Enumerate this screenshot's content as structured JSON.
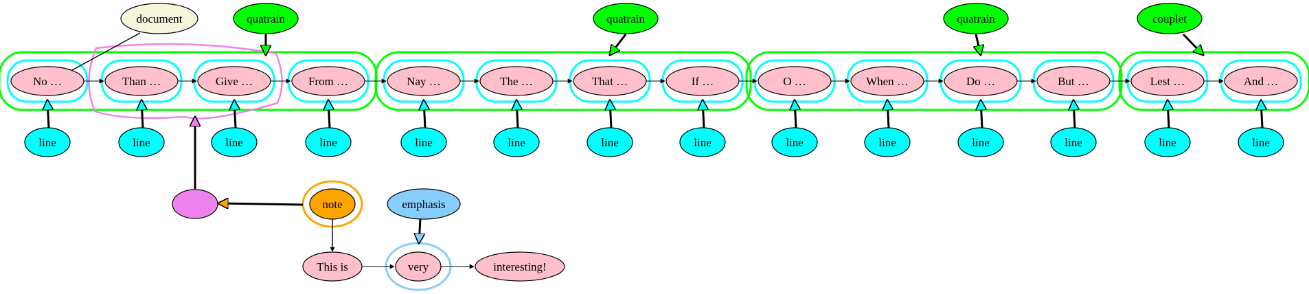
{
  "tokens": [
    "No …",
    "Than …",
    "Give …",
    "From …",
    "Nay …",
    "The …",
    "That …",
    "If …",
    "O …",
    "When …",
    "Do …",
    "But …",
    "Lest …",
    "And …"
  ],
  "line_label": "line",
  "stanzas": [
    {
      "label": "quatrain",
      "first_token": 0,
      "last_token": 3,
      "points_to_token": 2
    },
    {
      "label": "quatrain",
      "first_token": 4,
      "last_token": 7,
      "points_to_token": 6
    },
    {
      "label": "quatrain",
      "first_token": 8,
      "last_token": 11,
      "points_to_token": 10
    },
    {
      "label": "couplet",
      "first_token": 12,
      "last_token": 13,
      "points_to_token": 13
    }
  ],
  "document_label": "document",
  "note": {
    "label": "note",
    "text_tokens": [
      "This is",
      "very",
      "interesting!"
    ],
    "emphasis_label": "emphasis"
  },
  "colors": {
    "token_fill": "#ffc0cb",
    "line_fill": "#00ffff",
    "stanza_fill": "#00ff00",
    "document_fill": "#f5f5dc",
    "note_fill": "#ffa500",
    "comment_fill": "#ee82ee",
    "emphasis_fill": "#87cefa"
  }
}
